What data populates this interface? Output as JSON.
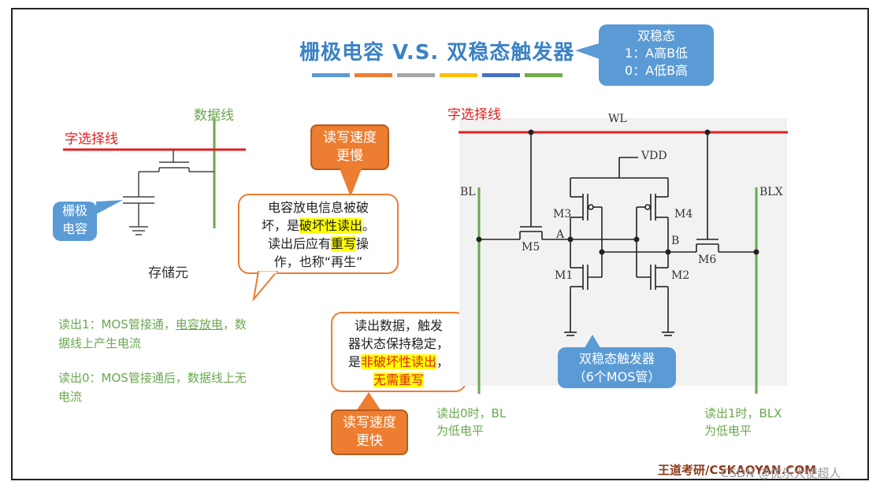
{
  "title": "栅极电容 V.S. 双稳态触发器",
  "bistable_callout": {
    "line1": "双稳态",
    "line2": "1：A高B低",
    "line3": "0：A低B高"
  },
  "title_bar_colors": [
    "#5b9bd5",
    "#ed7d31",
    "#a5a5a5",
    "#ffc000",
    "#4472c4",
    "#70ad47"
  ],
  "left": {
    "data_line_label": "数据线",
    "word_line_label": "字选择线",
    "cap_label_1": "栅极",
    "cap_label_2": "电容",
    "storage_label": "存储元",
    "read1_part1": "读出1：MOS管接通，",
    "read1_underline": "电容放电",
    "read1_part2": "，数",
    "read1_line2": "据线上产生电流",
    "read0_line1": "读出0：MOS管接通后，数据线上无",
    "read0_line2": "电流"
  },
  "slow_callout": {
    "line1": "读写速度",
    "line2": "更慢"
  },
  "fast_callout": {
    "line1": "读写速度",
    "line2": "更快"
  },
  "note_destructive": {
    "line1": "电容放电信息被破",
    "line2a": "坏，是",
    "line2hl": "破坏性读出",
    "line2b": "。",
    "line3a": "读出后应有",
    "line3hl": "重写",
    "line3b": "操",
    "line4": "作，也称“再生”"
  },
  "note_nondestructive": {
    "line1": "读出数据，触发",
    "line2": "器状态保持稳定，",
    "line3a": "是",
    "line3hl": "非破坏性读出",
    "line3b": "，",
    "line4hl": "无需重写"
  },
  "right": {
    "word_line_label": "字选择线",
    "WL": "WL",
    "VDD": "VDD",
    "BL": "BL",
    "BLX": "BLX",
    "M1": "M1",
    "M2": "M2",
    "M3": "M3",
    "M4": "M4",
    "M5": "M5",
    "M6": "M6",
    "A": "A",
    "B": "B",
    "flipflop_callout_1": "双稳态触发器",
    "flipflop_callout_2": "（6个MOS管）",
    "bl_read_1": "读出0时，BL",
    "bl_read_2": "为低电平",
    "blx_read_1": "读出1时，BLX",
    "blx_read_2": "为低电平"
  },
  "footer": {
    "brand": "王道考研/CSKAOYAN.COM",
    "watermark": "CSDN @优乐大使超人"
  }
}
